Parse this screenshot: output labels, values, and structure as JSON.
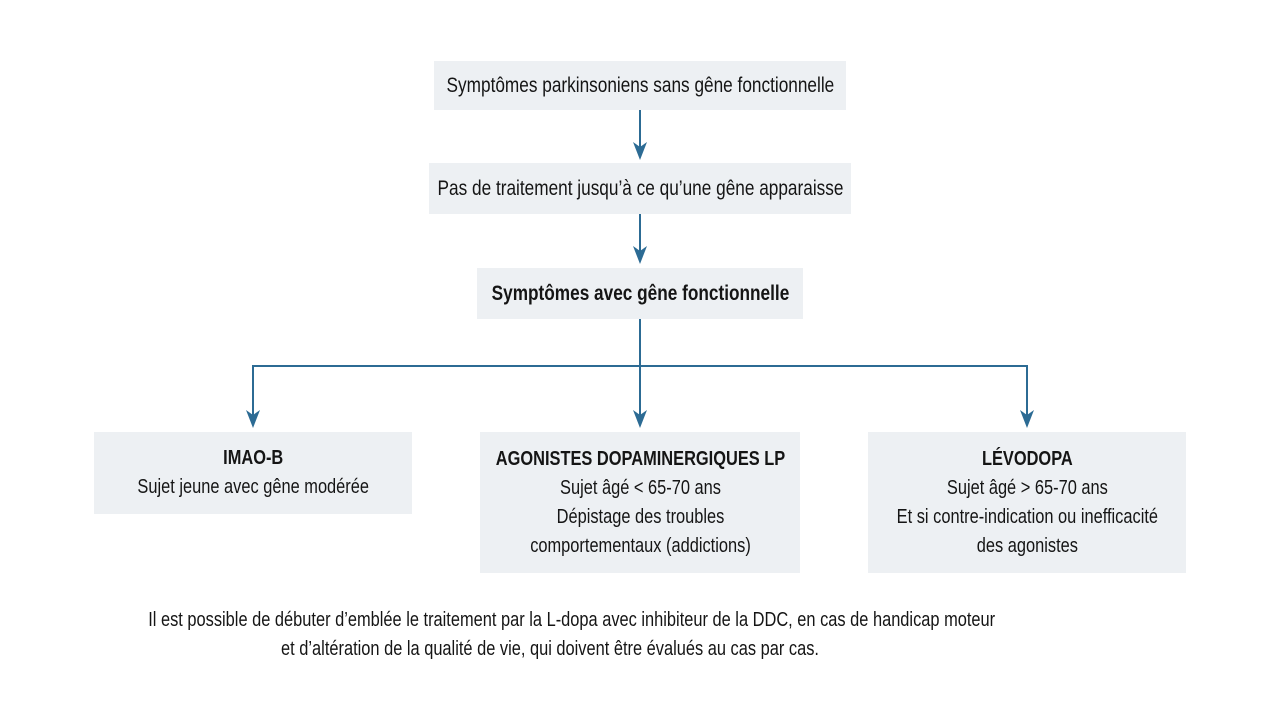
{
  "colors": {
    "background": "#ffffff",
    "node_fill": "#edf0f3",
    "text": "#151515",
    "connector": "#2c6b94"
  },
  "flowchart": {
    "step_no_gene": {
      "label": "Symptômes parkinsoniens sans gêne fonctionnelle"
    },
    "step_no_treatment": {
      "label": "Pas de traitement jusqu’à ce qu’une gêne apparaisse"
    },
    "step_with_gene": {
      "label": "Symptômes avec gêne fonctionnelle"
    },
    "option_imao_b": {
      "title": "IMAO-B",
      "lines": [
        "Sujet jeune avec gêne modérée"
      ]
    },
    "option_agonistes": {
      "title": "AGONISTES DOPAMINERGIQUES LP",
      "lines": [
        "Sujet âgé < 65-70 ans",
        "Dépistage des troubles",
        "comportementaux (addictions)"
      ]
    },
    "option_levodopa": {
      "title": "LÉVODOPA",
      "lines": [
        "Sujet âgé > 65-70 ans",
        "Et si contre-indication ou inefficacité",
        "des agonistes"
      ]
    }
  },
  "footnote": {
    "lines": [
      "Il est possible de débuter d’emblée le traitement par la L-dopa avec inhibiteur de la DDC, en cas de handicap moteur",
      "et d’altération de la qualité de vie, qui doivent être évalués au cas par cas."
    ]
  }
}
